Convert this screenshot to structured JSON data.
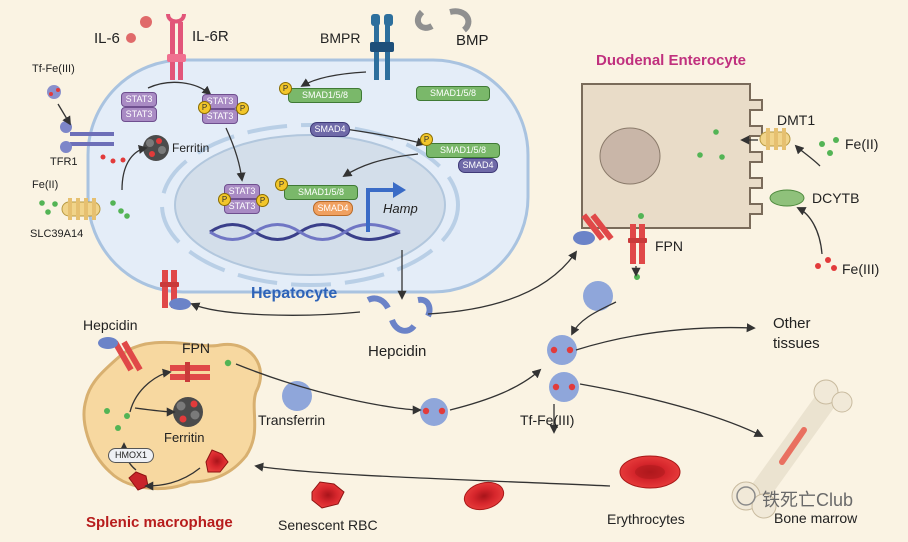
{
  "colors": {
    "hepatocyte_title": "#2f64b8",
    "enterocyte_title": "#c0307e",
    "macrophage_title": "#b71c1c"
  },
  "hepatocyte": {
    "title": "Hepatocyte",
    "il6": "IL-6",
    "il6r": "IL-6R",
    "bmpr": "BMPR",
    "bmp": "BMP",
    "tf_fe3": "Tf-Fe(III)",
    "tfr1": "TFR1",
    "fe2": "Fe(II)",
    "slc": "SLC39A14",
    "ferritin": "Ferritin",
    "stat3": "STAT3",
    "smad158": "SMAD1/5/8",
    "smad4": "SMAD4",
    "hamp": "Hamp",
    "p": "P",
    "hepcidin_left": "Hepcidin",
    "hepcidin_bottom": "Hepcidin"
  },
  "enterocyte": {
    "title": "Duodenal Enterocyte",
    "dmt1": "DMT1",
    "fe2": "Fe(II)",
    "dcytb": "DCYTB",
    "fe3": "Fe(III)",
    "fpn": "FPN"
  },
  "macrophage": {
    "title": "Splenic macrophage",
    "fpn": "FPN",
    "ferritin": "Ferritin",
    "hmox1": "HMOX1"
  },
  "circulation": {
    "transferrin": "Transferrin",
    "tf_fe3": "Tf-Fe(III)",
    "other_tissues": "Other\ntissues",
    "bone_marrow": "Bone marrow",
    "erythrocytes": "Erythrocytes",
    "senescent_rbc": "Senescent RBC"
  },
  "watermark": "铁死亡Club"
}
